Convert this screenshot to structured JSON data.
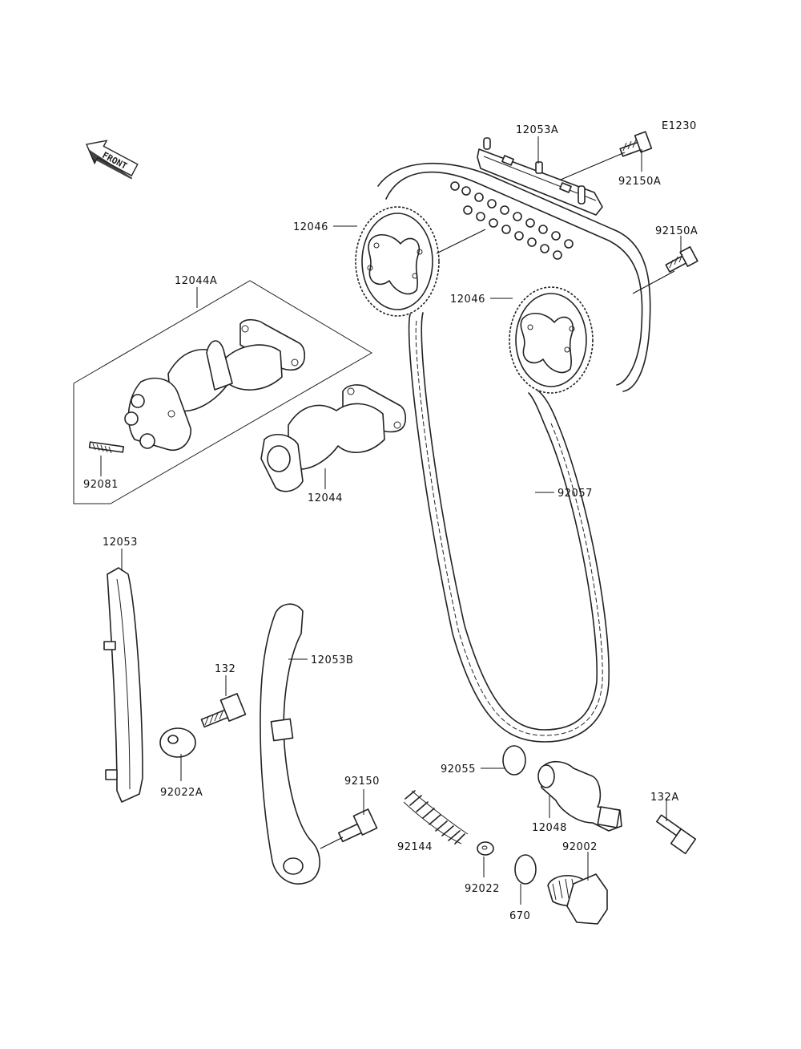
{
  "diagram_code": "E1230",
  "front_label": "FRONT",
  "callouts": {
    "c12053A": "12053A",
    "c92150A_top": "92150A",
    "c92150A_mid": "92150A",
    "c12046_top": "12046",
    "c12046_mid": "12046",
    "c12044A": "12044A",
    "c92081": "92081",
    "c12044": "12044",
    "c92057": "92057",
    "c12053": "12053",
    "c12053B": "12053B",
    "c132": "132",
    "c92022A": "92022A",
    "c92150": "92150",
    "c92055": "92055",
    "c92144": "92144",
    "c12048": "12048",
    "c132A": "132A",
    "c92002": "92002",
    "c92022": "92022",
    "c670": "670"
  }
}
